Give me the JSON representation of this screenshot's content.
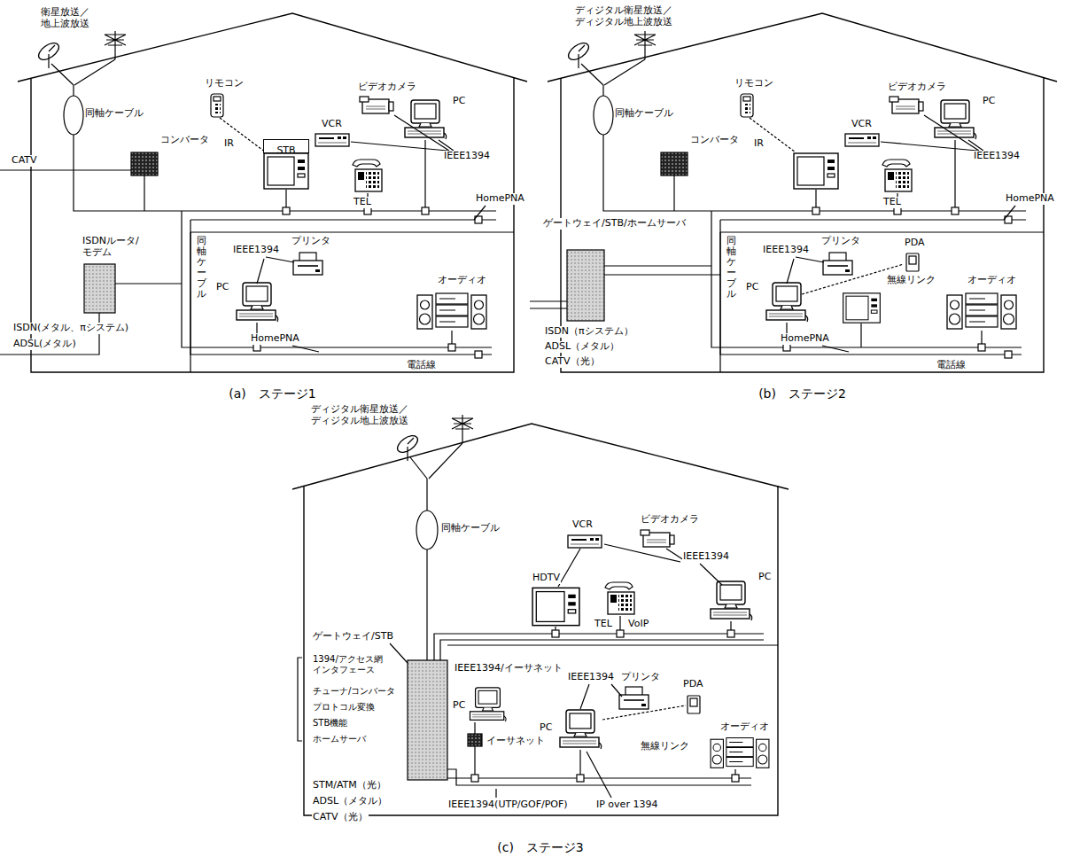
{
  "diagram": {
    "nodes": [
      {
        "text": [
          "(a)　ステージ1"
        ]
      },
      {
        "text": [
          "STB"
        ],
        "in": 0
      },
      {
        "text": [
          "(b)　ステージ2"
        ]
      },
      {
        "text": [
          "(c)　ステージ3"
        ]
      }
    ],
    "labels": [
      "衛星放送／ 地上波放送",
      "リモコン",
      "ビデオカメラ",
      "同軸ケーブル",
      "IR",
      "VCR",
      "PC",
      "IEEE1394",
      "コンバータ",
      "CATV",
      "TEL",
      "HomePNA",
      "同軸ケーブル",
      "ISDNルータ/ モデム",
      "IEEE1394",
      "プリンタ",
      "PC",
      "オーディオ",
      "HomePNA",
      "ISDN(メタル、πシステム)",
      "ADSL(メタル)",
      "電話線",
      "ディジタル衛星放送／ ディジタル地上波放送",
      "リモコン",
      "ビデオカメラ",
      "同軸ケーブル",
      "IR",
      "VCR",
      "PC",
      "IEEE1394",
      "コンバータ",
      "TEL",
      "HomePNA",
      "ゲートウェイ/STB/ホームサーバ",
      "同軸ケーブル",
      "IEEE1394",
      "プリンタ",
      "PDA",
      "PC",
      "無線リンク",
      "オーディオ",
      "HomePNA",
      "ISDN（πシステム）",
      "ADSL（メタル）",
      "CATV（光）",
      "電話線",
      "ディジタル衛星放送／ ディジタル地上波放送",
      "同軸ケーブル",
      "VCR",
      "ビデオカメラ",
      "IEEE1394",
      "HDTV",
      "PC",
      "TEL",
      "VoIP",
      "ゲートウェイ/STB",
      "1394/アクセス網 インタフェース",
      "IEEE1394/イーサネット",
      "IEEE1394",
      "プリンタ",
      "PDA",
      "チューナ/コンバータ",
      "PC",
      "プロトコル変換",
      "STB機能",
      "PC",
      "無線リンク",
      "オーディオ",
      "ホームサーバ",
      "イーサネット",
      "STM/ATM（光）",
      "ADSL（メタル）",
      "CATV（光）",
      "IEEE1394(UTP/GOF/POF)",
      "IP over 1394"
    ]
  }
}
